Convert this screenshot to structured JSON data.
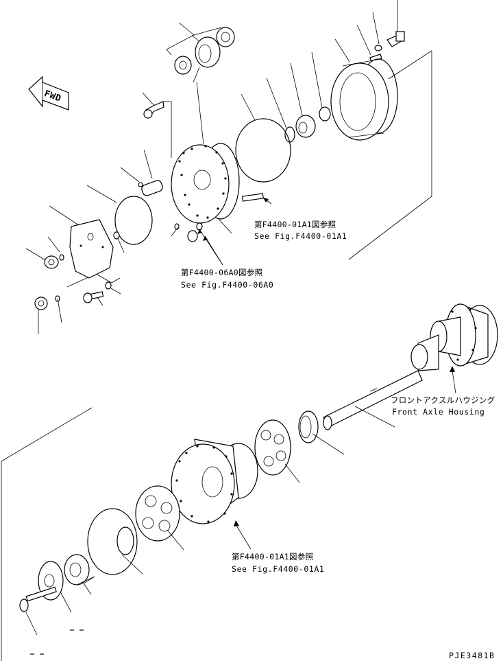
{
  "direction_tag": "FWD",
  "references": {
    "ref_a_jp": "第F4400-01A1図参照",
    "ref_a_en": "See Fig.F4400-01A1",
    "ref_b_jp": "第F4400-06A0図参照",
    "ref_b_en": "See Fig.F4400-06A0",
    "ref_c_jp": "第F4400-01A1図参照",
    "ref_c_en": "See Fig.F4400-01A1"
  },
  "housing_label": {
    "jp": "フロントアクスルハウジング",
    "en": "Front Axle Housing"
  },
  "drawing_code": "PJE3481B"
}
